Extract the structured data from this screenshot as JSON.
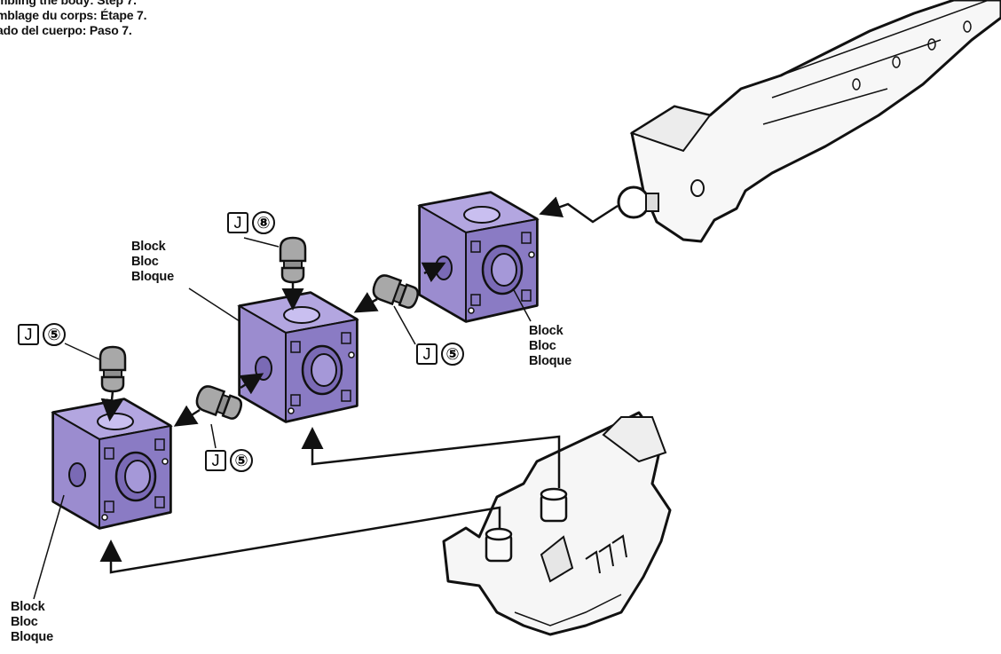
{
  "heading": {
    "line1": "mbling the body: Step 7.",
    "line2": "mblage du corps: Étape 7.",
    "line3": "ado del cuerpo: Paso 7."
  },
  "block_labels": [
    {
      "en": "Block",
      "fr": "Bloc",
      "es": "Bloque"
    },
    {
      "en": "Block",
      "fr": "Bloc",
      "es": "Bloque"
    },
    {
      "en": "Block",
      "fr": "Bloc",
      "es": "Bloque"
    }
  ],
  "part_tags": [
    {
      "letter": "J",
      "num": "⑧"
    },
    {
      "letter": "J",
      "num": "⑤"
    },
    {
      "letter": "J",
      "num": "⑤"
    },
    {
      "letter": "J",
      "num": "⑤"
    }
  ],
  "colors": {
    "block_fill": "#9b8ccf",
    "block_dark": "#7a6ab5",
    "peg_fill": "#a8a8a8",
    "line": "#111111"
  }
}
